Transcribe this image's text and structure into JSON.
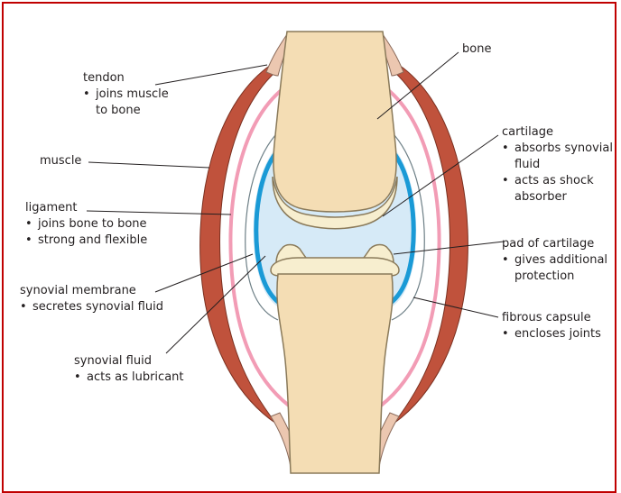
{
  "colors": {
    "frame": "#c00000",
    "bone": "#f4ddb4",
    "bone_outline": "#8a7a5a",
    "cartilage": "#f7eecf",
    "synovial_fluid": "#d6eaf7",
    "synovial_membrane": "#1a9ad6",
    "ligament": "#f29cb5",
    "muscle": "#c0523c",
    "tendon": "#ecc7b0",
    "text": "#231f20"
  },
  "labels": {
    "tendon": {
      "title": "tendon",
      "points": [
        "joins muscle",
        "to bone"
      ]
    },
    "muscle": {
      "title": "muscle"
    },
    "ligament": {
      "title": "ligament",
      "points": [
        "joins bone to bone",
        "strong and flexible"
      ]
    },
    "synovial_membrane": {
      "title": "synovial membrane",
      "points": [
        "secretes synovial fluid"
      ]
    },
    "synovial_fluid": {
      "title": "synovial fluid",
      "points": [
        "acts as lubricant"
      ]
    },
    "bone": {
      "title": "bone"
    },
    "cartilage": {
      "title": "cartilage",
      "points": [
        "absorbs synovial",
        "fluid",
        "acts as shock",
        "absorber"
      ]
    },
    "pad_of_cartilage": {
      "title": "pad of cartilage",
      "points": [
        "gives additional",
        "protection"
      ]
    },
    "fibrous_capsule": {
      "title": "fibrous capsule",
      "points": [
        "encloses joints"
      ]
    }
  }
}
